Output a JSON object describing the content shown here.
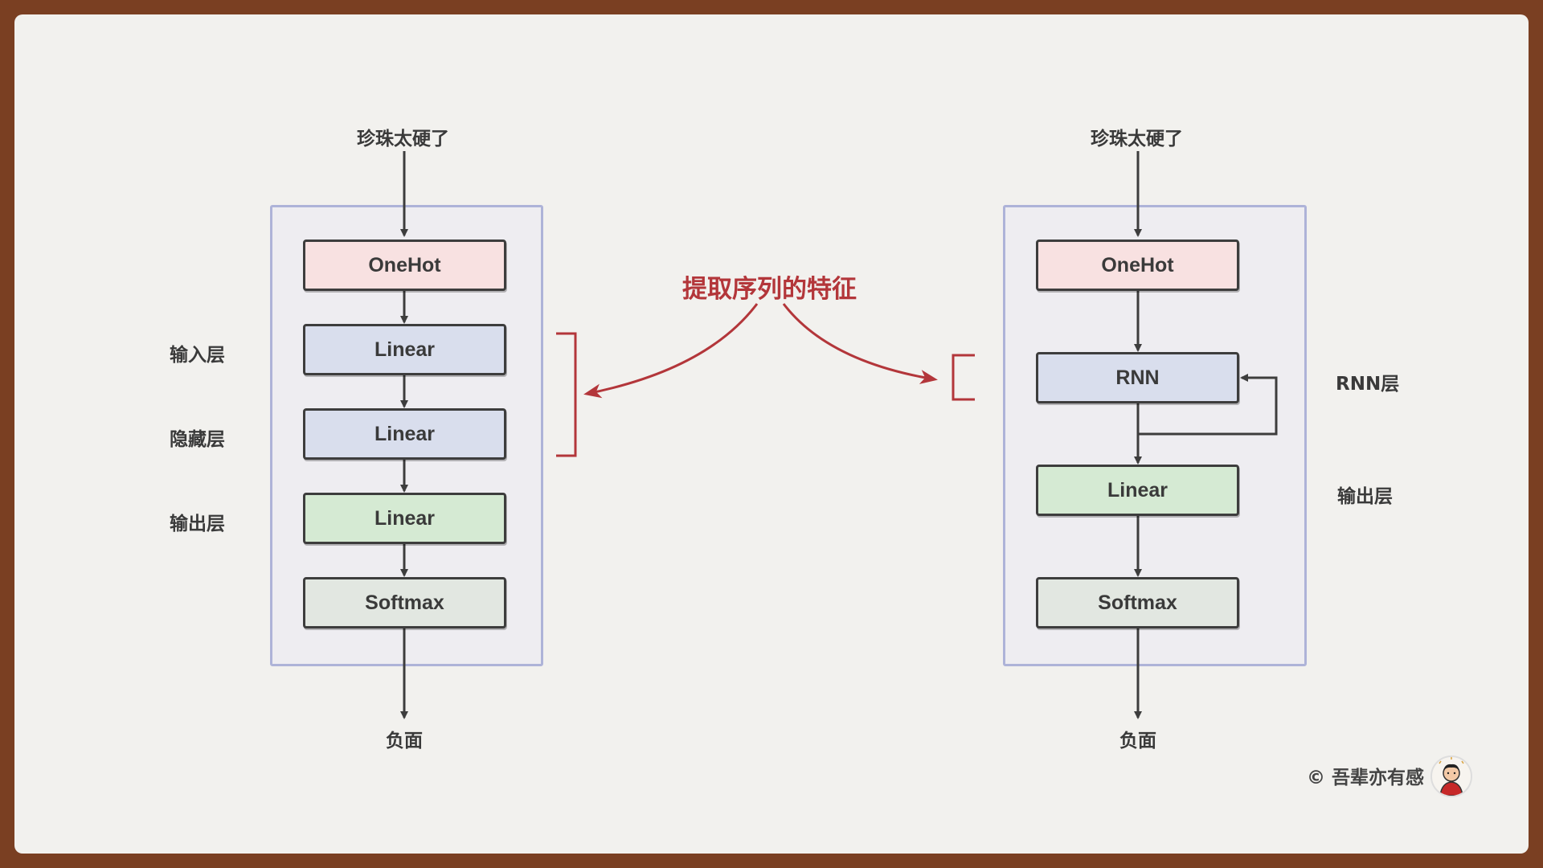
{
  "left_diagram": {
    "input_text": "珍珠太硬了",
    "output_text": "负面",
    "layers": [
      "OneHot",
      "Linear",
      "Linear",
      "Linear",
      "Softmax"
    ],
    "side_labels": [
      "输入层",
      "隐藏层",
      "输出层"
    ]
  },
  "right_diagram": {
    "input_text": "珍珠太硬了",
    "output_text": "负面",
    "layers": [
      "OneHot",
      "RNN",
      "Linear",
      "Softmax"
    ],
    "side_labels": [
      "RNN层",
      "输出层"
    ]
  },
  "annotation": "提取序列的特征",
  "copyright": "© 吾辈亦有感",
  "colors": {
    "onehot": "#f8e1e1",
    "hidden": "#d9deed",
    "output": "#d5ead3",
    "softmax": "#e2e7e1",
    "container_border": "#aeb3d8",
    "annotation": "#b3363a"
  }
}
